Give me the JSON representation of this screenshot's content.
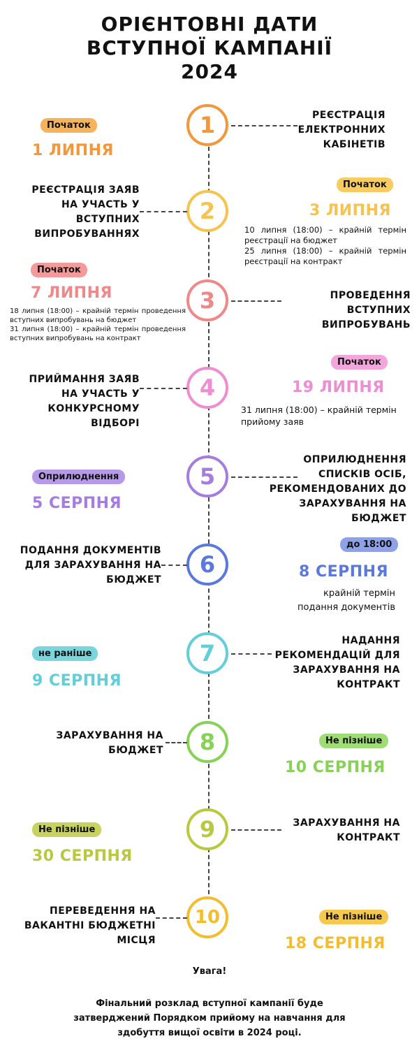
{
  "title": [
    "ОРІЄНТОВНІ ДАТИ",
    "ВСТУПНОЇ КАМПАНІЇ",
    "2024"
  ],
  "steps": [
    {
      "number": "1",
      "badge": "Початок",
      "date": "1 ЛИПНЯ",
      "color": "#f3973a",
      "badge_bg": "#f7b35c",
      "description": [
        "РЕЄСТРАЦІЯ",
        "ЕЛЕКТРОННИХ",
        "КАБІНЕТІВ"
      ]
    },
    {
      "number": "2",
      "badge": "Початок",
      "date": "3 ЛИПНЯ",
      "color": "#f6c34e",
      "badge_bg": "#f7cd63",
      "description": [
        "РЕЄСТРАЦІЯ ЗАЯВ",
        "НА УЧАСТЬ У",
        "ВСТУПНИХ",
        "ВИПРОБУВАННЯХ"
      ],
      "notes": [
        "10 липня (18:00) – крайній термін реєстрації на бюджет",
        "25 липня (18:00) – крайній термін реєстрації на контракт"
      ]
    },
    {
      "number": "3",
      "badge": "Початок",
      "date": "7 ЛИПНЯ",
      "color": "#f08789",
      "badge_bg": "#f59a9a",
      "description": [
        "ПРОВЕДЕННЯ",
        "ВСТУПНИХ",
        "ВИПРОБУВАНЬ"
      ],
      "notes": [
        "18 липня (18:00) – крайній термін проведення вступних випробувань на бюджет",
        "31 липня (18:00) – крайній термін проведення вступних випробувань на контракт"
      ]
    },
    {
      "number": "4",
      "badge": "Початок",
      "date": "19 ЛИПНЯ",
      "color": "#ef8cd2",
      "badge_bg": "#f3a6db",
      "description": [
        "ПРИЙМАННЯ ЗАЯВ",
        "НА УЧАСТЬ У",
        "КОНКУРСНОМУ",
        "ВІДБОРІ"
      ],
      "notes": [
        "31 липня (18:00) – крайній термін прийому заяв"
      ]
    },
    {
      "number": "5",
      "badge": "Оприлюднення",
      "date": "5 СЕРПНЯ",
      "color": "#a57ce0",
      "badge_bg": "#b79ae7",
      "description": [
        "ОПРИЛЮДНЕННЯ",
        "СПИСКІВ ОСІБ,",
        "РЕКОМЕНДОВАНИХ ДО",
        "ЗАРАХУВАННЯ НА",
        "БЮДЖЕТ"
      ]
    },
    {
      "number": "6",
      "badge": "до 18:00",
      "date": "8 СЕРПНЯ",
      "color": "#5b78dd",
      "badge_bg": "#8ea2ea",
      "description": [
        "ПОДАННЯ ДОКУМЕНТІВ",
        "ДЛЯ ЗАРАХУВАННЯ НА",
        "БЮДЖЕТ"
      ],
      "notes": [
        "крайній термін",
        "подання документів"
      ]
    },
    {
      "number": "7",
      "badge": "не раніше",
      "date": "9 СЕРПНЯ",
      "color": "#62cfd8",
      "badge_bg": "#7ad6dd",
      "description": [
        "НАДАННЯ",
        "РЕКОМЕНДАЦІЙ ДЛЯ",
        "ЗАРАХУВАННЯ НА",
        "КОНТРАКТ"
      ]
    },
    {
      "number": "8",
      "badge": "Не пізніше",
      "date": "10 СЕРПНЯ",
      "color": "#86d256",
      "badge_bg": "#9edc76",
      "description": [
        "ЗАРАХУВАННЯ НА",
        "БЮДЖЕТ"
      ]
    },
    {
      "number": "9",
      "badge": "Не пізніше",
      "date": "30 СЕРПНЯ",
      "color": "#b9c93f",
      "badge_bg": "#c7d35e",
      "description": [
        "ЗАРАХУВАННЯ НА",
        "КОНТРАКТ"
      ]
    },
    {
      "number": "10",
      "badge": "Не пізніше",
      "date": "18 СЕРПНЯ",
      "color": "#f3bd2f",
      "badge_bg": "#f6c84e",
      "description": [
        "ПЕРЕВЕДЕННЯ НА",
        "ВАКАНТНІ БЮДЖЕТНІ",
        "МІСЦЯ"
      ]
    }
  ],
  "warning": "Увага!",
  "final_note": [
    "Фінальний розклад вступної кампанії буде",
    "затверджений Порядком прийому на навчання для",
    "здобуття вищої освіти в 2024 році."
  ]
}
